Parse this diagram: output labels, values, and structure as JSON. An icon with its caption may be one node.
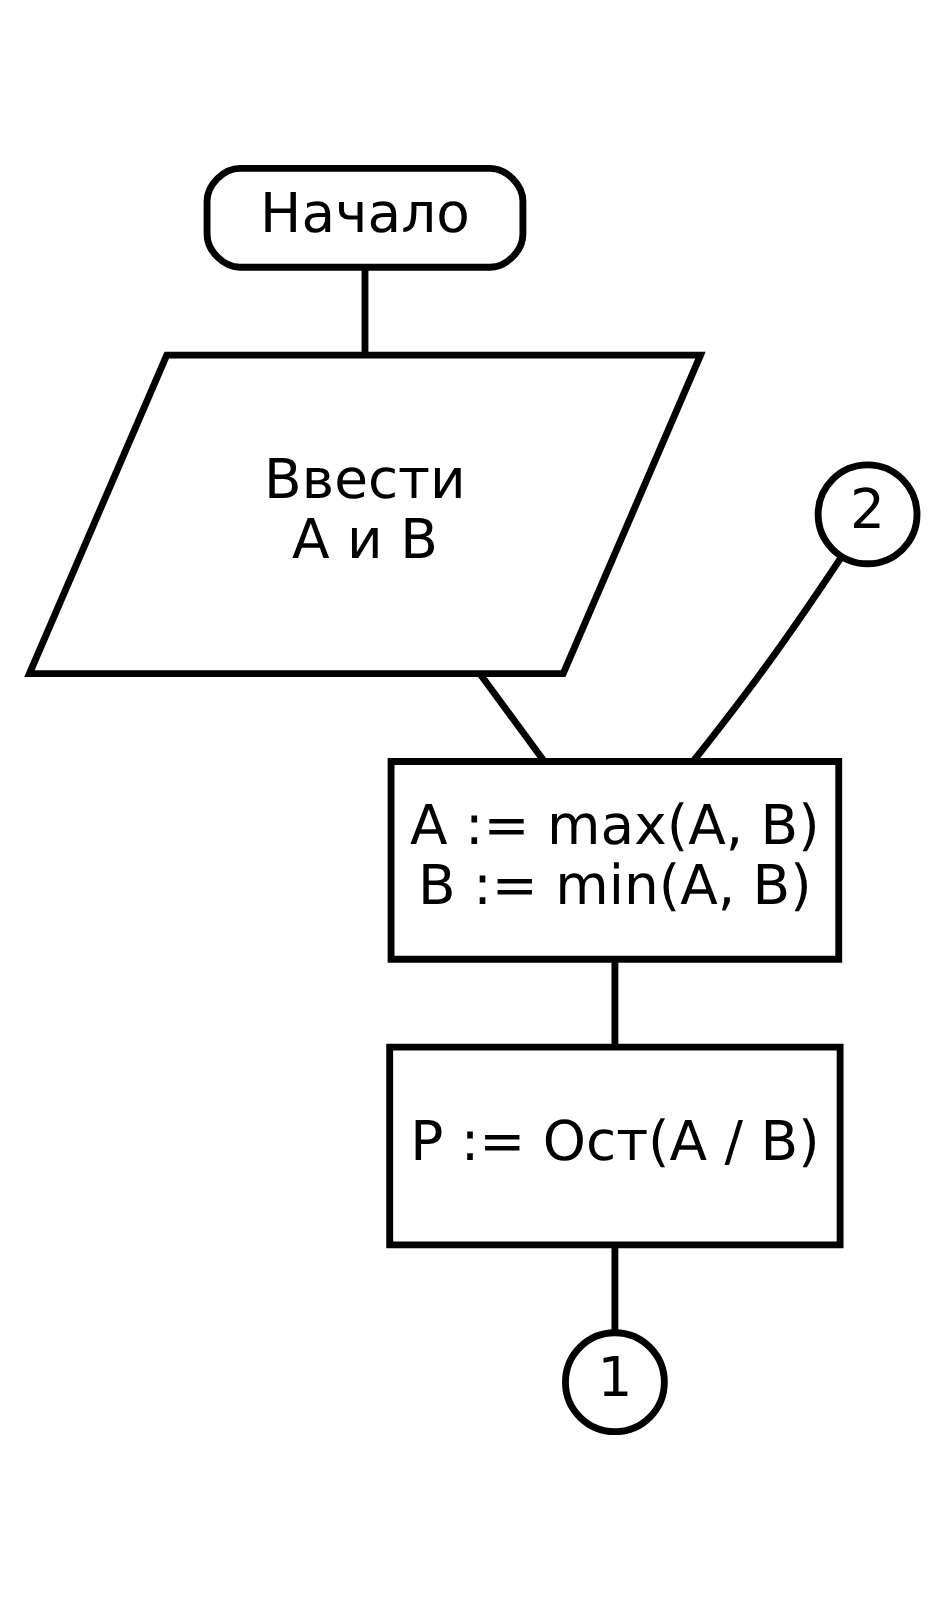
{
  "diagram": {
    "nodes": [
      {
        "text": [
          "Начало"
        ]
      },
      {
        "text": [
          "Ввести",
          "А и В"
        ]
      },
      {
        "text": [
          "2"
        ]
      },
      {
        "text": [
          "A := max(A, B)",
          "B := min(A, B)"
        ]
      },
      {
        "text": [
          "P := Ост(A / B)"
        ]
      },
      {
        "text": [
          "1"
        ]
      }
    ],
    "edges": [
      {
        "from": 0,
        "to": 1,
        "arrow": "none"
      },
      {
        "from": 1,
        "to": 3,
        "arrow": "none"
      },
      {
        "from": 2,
        "to": 3,
        "arrow": "none"
      },
      {
        "from": 3,
        "to": 4,
        "arrow": "none"
      },
      {
        "from": 4,
        "to": 5,
        "arrow": "none"
      }
    ]
  }
}
